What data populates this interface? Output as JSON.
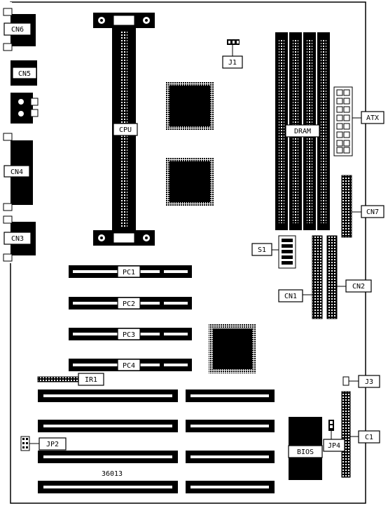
{
  "board": {
    "model": "36013",
    "connectors": {
      "cn6": "CN6",
      "cn5": "CN5",
      "cn4": "CN4",
      "cn3": "CN3",
      "cpu": "CPU",
      "j1": "J1",
      "dram": "DRAM",
      "atx": "ATX",
      "cn7": "CN7",
      "s1": "S1",
      "cn1": "CN1",
      "cn2": "CN2",
      "pc1": "PC1",
      "pc2": "PC2",
      "pc3": "PC3",
      "pc4": "PC4",
      "ir1": "IR1",
      "j3": "J3",
      "jp2": "JP2",
      "jp4": "JP4",
      "bios": "BIOS",
      "c1": "C1"
    }
  }
}
